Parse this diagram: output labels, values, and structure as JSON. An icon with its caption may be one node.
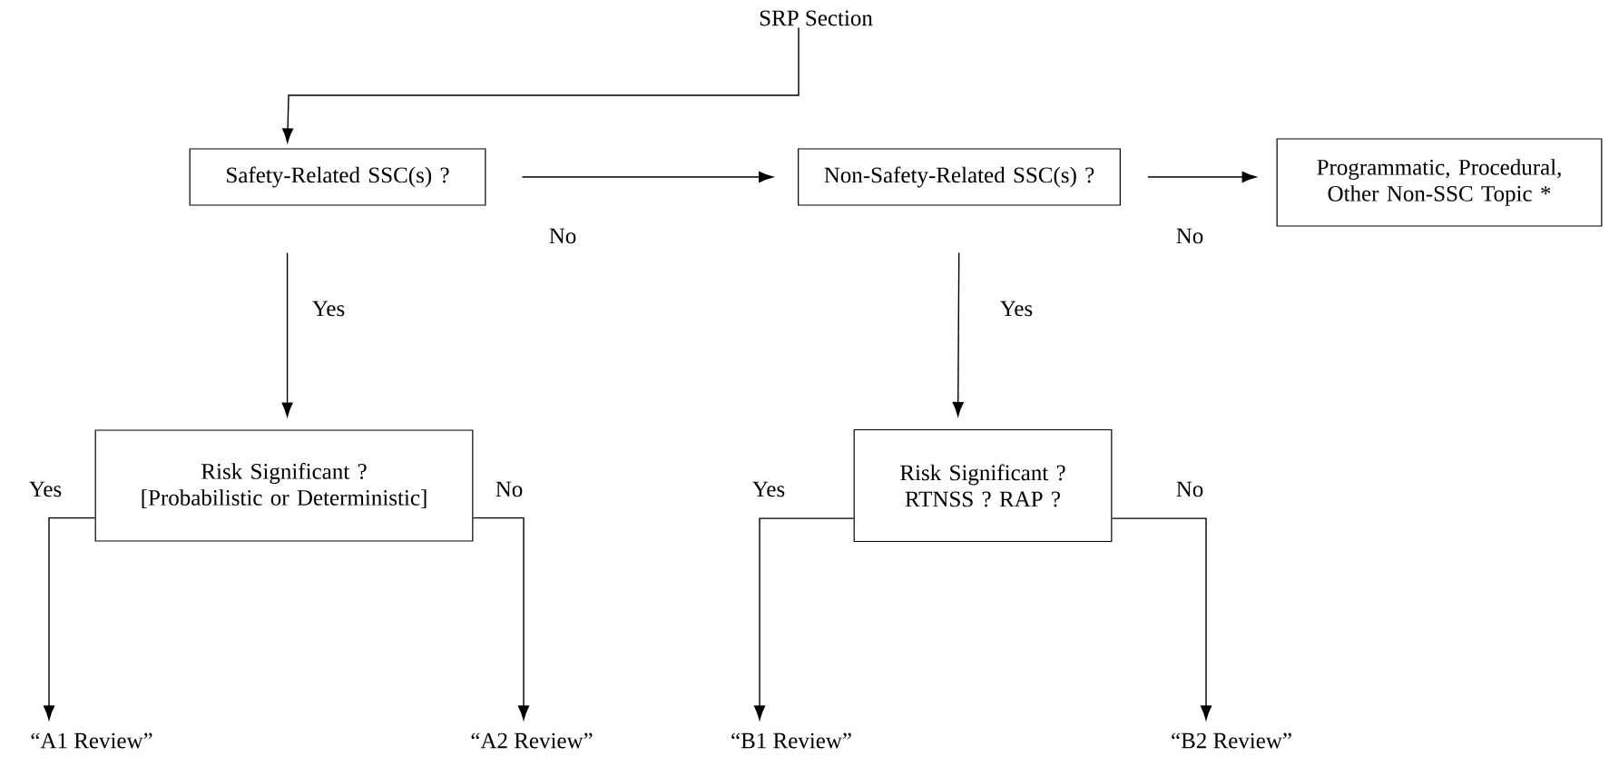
{
  "diagram": {
    "nodes": [
      {
        "text": [
          "SRP Section"
        ]
      },
      {
        "text": [
          "Safety-Related SSC(s) ?"
        ]
      },
      {
        "text": [
          "Non-Safety-Related SSC(s) ?"
        ]
      },
      {
        "text": [
          "Programmatic, Procedural, Other Non-SSC Topic *"
        ]
      },
      {
        "text": [
          "Risk Significant ? [Probabilistic or Deterministic]"
        ]
      },
      {
        "text": [
          "Risk Significant ? RTNSS ? RAP ?"
        ]
      },
      {
        "text": [
          "“A1 Review”"
        ]
      },
      {
        "text": [
          "“A2 Review”"
        ]
      },
      {
        "text": [
          "“B1 Review”"
        ]
      },
      {
        "text": [
          "“B2 Review”"
        ]
      }
    ],
    "edges": [
      {
        "from": 0,
        "to": 1,
        "arrow": "to"
      },
      {
        "from": 1,
        "to": 2,
        "arrow": "to",
        "label": "No"
      },
      {
        "from": 2,
        "to": 3,
        "arrow": "to",
        "label": "No"
      },
      {
        "from": 1,
        "to": 4,
        "arrow": "to",
        "label": "Yes"
      },
      {
        "from": 2,
        "to": 5,
        "arrow": "to",
        "label": "Yes"
      },
      {
        "from": 4,
        "to": 6,
        "arrow": "to",
        "label": "Yes"
      },
      {
        "from": 4,
        "to": 7,
        "arrow": "to",
        "label": "No"
      },
      {
        "from": 5,
        "to": 8,
        "arrow": "to",
        "label": "Yes"
      },
      {
        "from": 5,
        "to": 9,
        "arrow": "to",
        "label": "No"
      }
    ]
  }
}
